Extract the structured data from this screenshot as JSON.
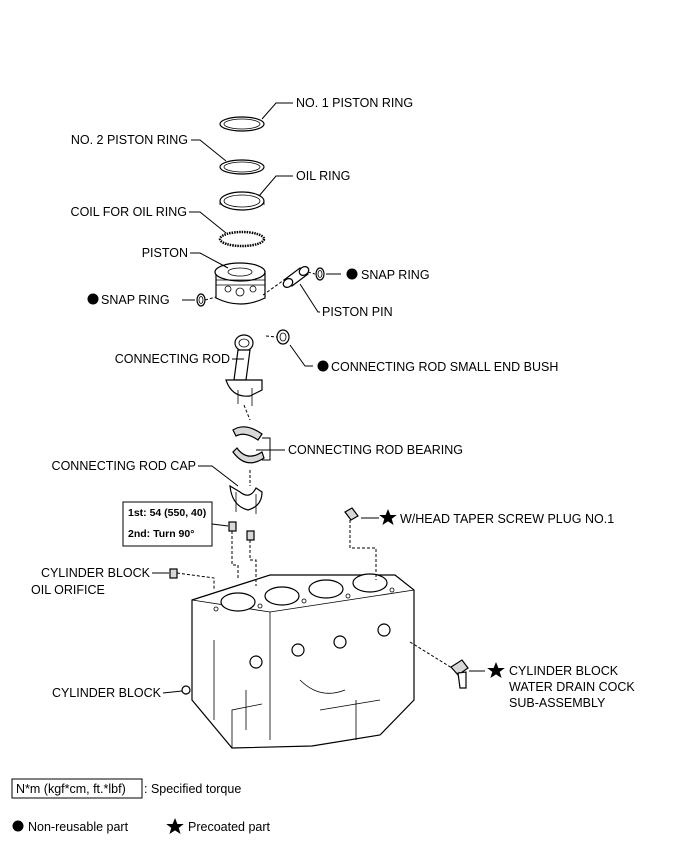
{
  "labels": {
    "no1_piston_ring": "NO. 1 PISTON RING",
    "no2_piston_ring": "NO. 2 PISTON RING",
    "oil_ring": "OIL RING",
    "coil_for_oil_ring": "COIL FOR OIL RING",
    "piston": "PISTON",
    "snap_ring_right": "SNAP RING",
    "snap_ring_left": "SNAP RING",
    "piston_pin": "PISTON PIN",
    "connecting_rod": "CONNECTING ROD",
    "connecting_rod_small_end_bush": "CONNECTING ROD SMALL END BUSH",
    "connecting_rod_bearing": "CONNECTING ROD BEARING",
    "connecting_rod_cap": "CONNECTING ROD CAP",
    "w_head_taper_screw_plug": "W/HEAD TAPER SCREW PLUG NO.1",
    "cylinder_block_oil_orifice_1": "CYLINDER BLOCK",
    "cylinder_block_oil_orifice_2": "OIL ORIFICE",
    "cylinder_block": "CYLINDER BLOCK",
    "water_drain_cock_1": "CYLINDER BLOCK",
    "water_drain_cock_2": "WATER DRAIN COCK",
    "water_drain_cock_3": "SUB-ASSEMBLY"
  },
  "torque": {
    "first": "1st: 54 (550, 40)",
    "second": "2nd: Turn 90°"
  },
  "legend": {
    "torque_unit": "N*m (kgf*cm, ft.*lbf)",
    "torque_desc": ": Specified torque",
    "non_reusable": "Non-reusable part",
    "precoated": "Precoated part"
  }
}
